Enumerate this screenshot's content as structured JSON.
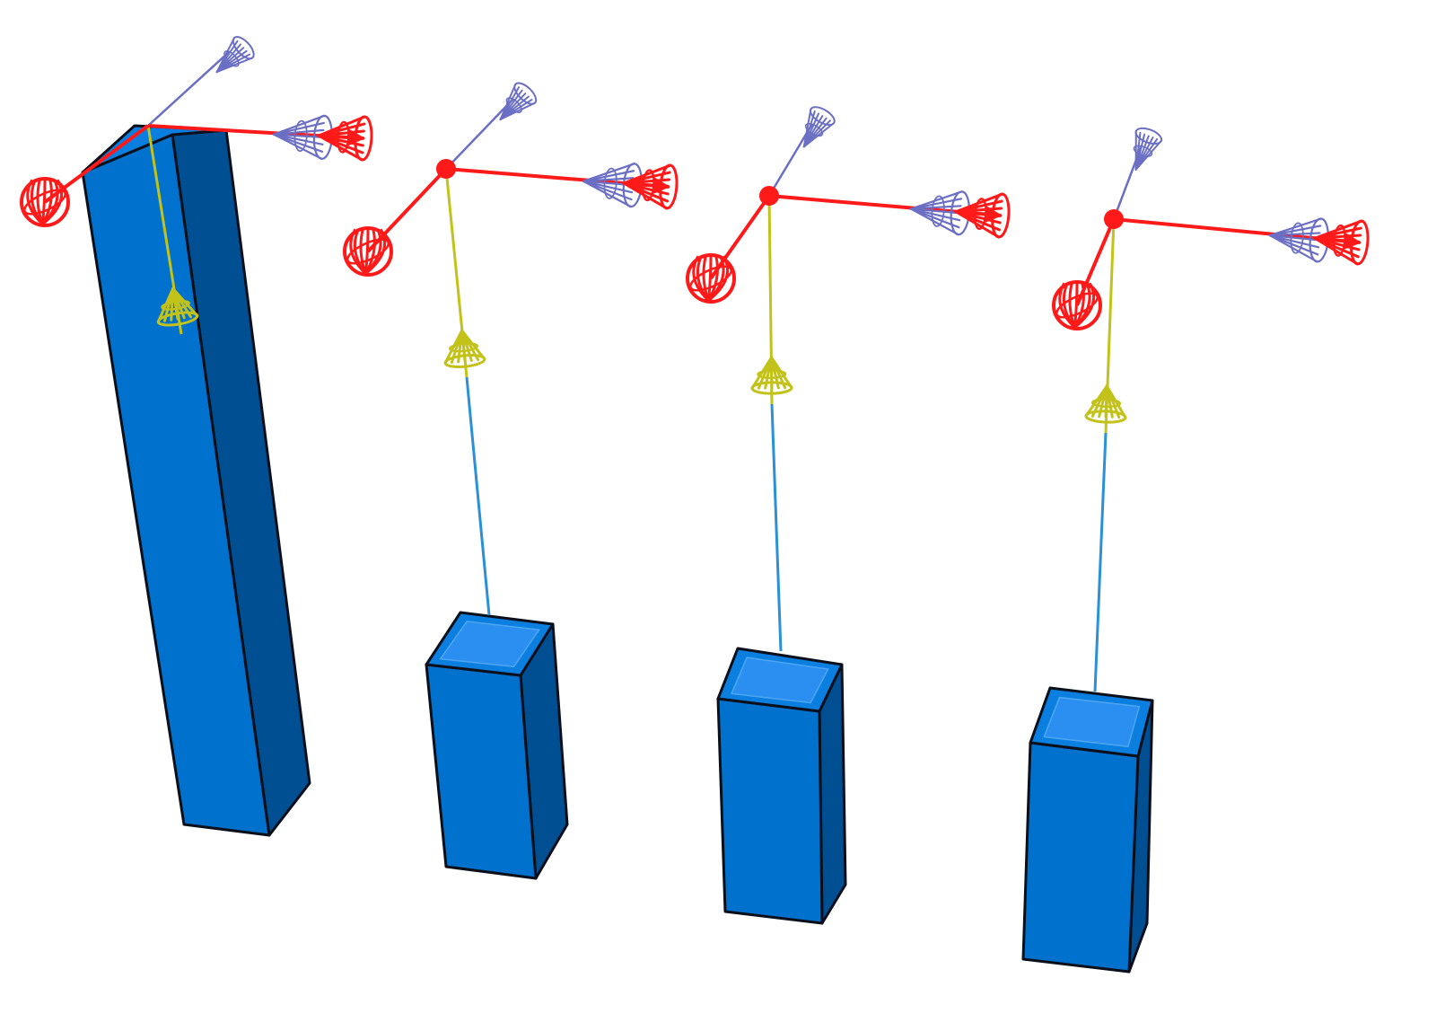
{
  "diagram": {
    "colors": {
      "column_front": "#0071cc",
      "column_top": "#0a7fe0",
      "column_top_inner": "#2a8ff0",
      "column_side": "#004f93",
      "outline": "#0b0f1a",
      "axis_x": "#ff1a1a",
      "axis_z": "#ff1a1a",
      "axis_y": "#6b6fc4",
      "load_arrow": "#c2c21a",
      "connector": "#2a90d8",
      "node": "#ff1a1a"
    },
    "groups": [
      {
        "id": "g1",
        "column": "tall",
        "has_connector": false
      },
      {
        "id": "g2",
        "column": "short",
        "has_connector": true
      },
      {
        "id": "g3",
        "column": "short",
        "has_connector": true
      },
      {
        "id": "g4",
        "column": "short",
        "has_connector": true
      }
    ]
  }
}
